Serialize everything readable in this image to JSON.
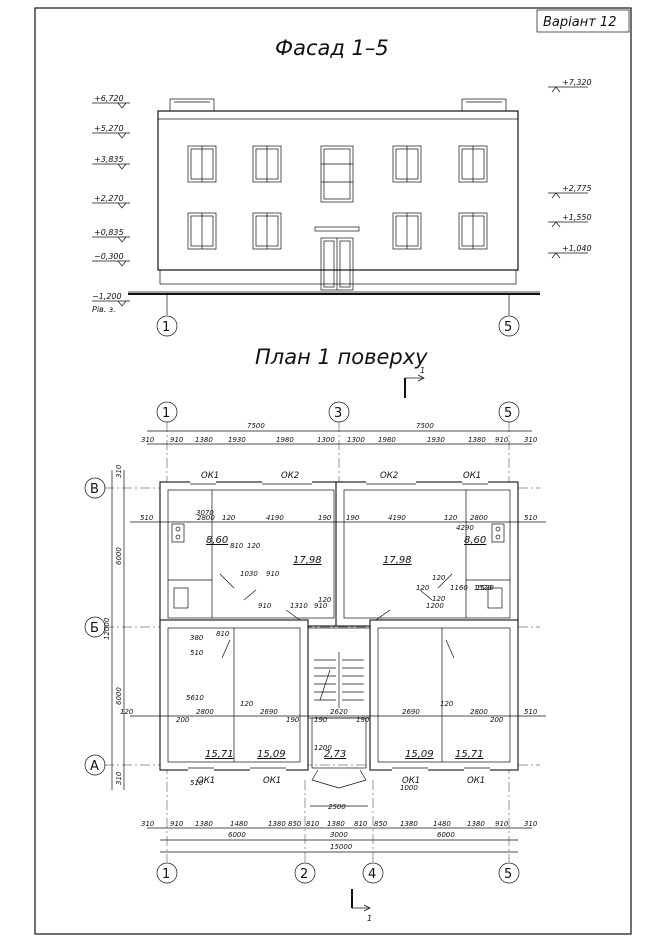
{
  "variant": "Варіант 12",
  "facade": {
    "title": "Фасад 1–5",
    "levels_left": [
      "+6,720",
      "+5,270",
      "+3,835",
      "+2,270",
      "+0,835",
      "−0,300"
    ],
    "ground_level": "−1,200",
    "ground_note": "Рів. з.",
    "levels_right": [
      "+7,320",
      "+2,775",
      "+1,550",
      "+1,040"
    ],
    "axes": [
      "1",
      "5"
    ]
  },
  "plan": {
    "title": "План 1 поверху",
    "section_mark": "1",
    "axes_top": [
      "1",
      "3",
      "5"
    ],
    "axes_bottom": [
      "1",
      "2",
      "4",
      "5"
    ],
    "axes_side": [
      "В",
      "Б",
      "А"
    ],
    "top_overall": [
      "7500",
      "7500"
    ],
    "top_dims": [
      "310",
      "910",
      "1380",
      "1930",
      "1980",
      "1300",
      "1300",
      "1980",
      "1930",
      "1380",
      "910",
      "310"
    ],
    "bottom_dims": [
      "310",
      "910",
      "1380",
      "1480",
      "1380",
      "850",
      "810",
      "1380",
      "810",
      "850",
      "1380",
      "1480",
      "1380",
      "910",
      "310"
    ],
    "bottom_mid": [
      "6000",
      "3000",
      "6000"
    ],
    "bottom_total": "15000",
    "left_dims": [
      "310",
      "6000",
      "6000",
      "310"
    ],
    "left_total": "12000",
    "windows_top": [
      "ОК1",
      "ОК2",
      "ОК2",
      "ОК1"
    ],
    "windows_bottom": [
      "ОК1",
      "ОК1",
      "ОК1",
      "ОК1"
    ],
    "rooms": [
      "8,60",
      "17,98",
      "17,98",
      "8,60",
      "15,71",
      "15,09",
      "2,73",
      "15,09",
      "15,71"
    ],
    "inner_dims": [
      "510",
      "2800",
      "120",
      "4190",
      "190",
      "190",
      "4190",
      "120",
      "2800",
      "510",
      "3070",
      "4290",
      "810",
      "120",
      "1030",
      "910",
      "910",
      "1310",
      "910",
      "120",
      "120",
      "1160",
      "1520",
      "1200",
      "120",
      "380",
      "510",
      "810",
      "5610",
      "200",
      "2800",
      "120",
      "2690",
      "190",
      "190",
      "2620",
      "190",
      "2690",
      "120",
      "2800",
      "200",
      "1200",
      "2500",
      "1000",
      "510",
      "510",
      "1520",
      "120",
      "120"
    ]
  }
}
